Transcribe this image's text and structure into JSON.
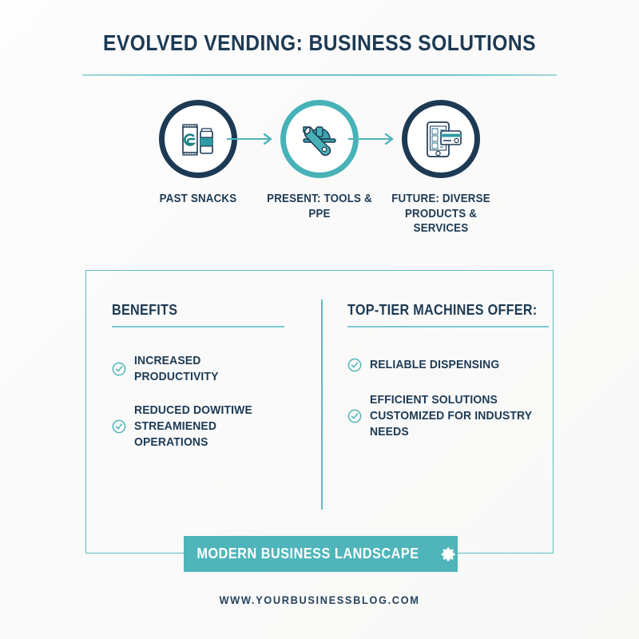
{
  "header": {
    "title": "EVOLVED VENDING: BUSINESS SOLUTIONS"
  },
  "timeline": {
    "steps": [
      {
        "icon": "snack-bag-and-can-icon",
        "ring_color": "#1d3a54",
        "label": "PAST\nSNACKS"
      },
      {
        "icon": "wrench-and-hard-hat-icon",
        "ring_color": "#47b2b8",
        "label": "PRESENT:\nTOOLS & PPE"
      },
      {
        "icon": "smartphone-and-credit-card-icon",
        "ring_color": "#1d3a54",
        "label": "FUTURE: DIVERSE\nPRODUCTS &\nSERVICES"
      }
    ],
    "arrows": [
      "arrow-right-icon",
      "arrow-right-icon"
    ]
  },
  "columns": {
    "left": {
      "title": "BENEFITS",
      "bullets": [
        {
          "icon": "check-circle-icon",
          "text": "INCREASED\nPRODUCTIVITY"
        },
        {
          "icon": "check-circle-icon",
          "text": "REDUCED DOWITIWE\nSTREAMIENED OPERATIONS"
        }
      ]
    },
    "right": {
      "title": "TOP-TIER MACHINES OFFER:",
      "bullets": [
        {
          "icon": "check-circle-icon",
          "text": "RELIABLE DISPENSING"
        },
        {
          "icon": "check-circle-icon",
          "text": "EFFICIENT SOLUTIONS\nCUSTOMIZED FOR INDUSTRY NEEDS"
        }
      ]
    }
  },
  "banner": {
    "label": "MODERN BUSINESS LANDSCAPE",
    "icon": "gear-icon"
  },
  "footer": {
    "url": "WWW.YOURBUSINESSBLOG.COM"
  },
  "colors": {
    "navy": "#1d3a54",
    "teal": "#4fb5ba",
    "teal_light": "#79cbcf",
    "background": "#ffffff"
  }
}
